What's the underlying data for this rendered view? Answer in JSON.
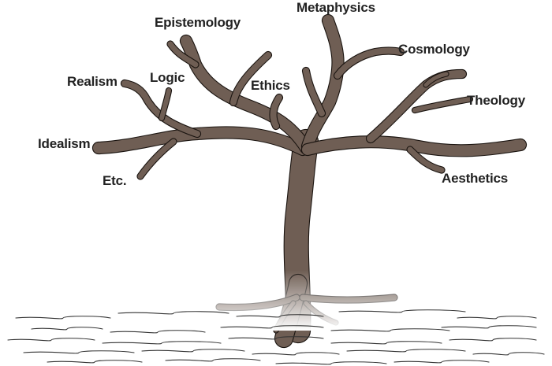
{
  "colors": {
    "bark": "#6f5e54",
    "bark_outline": "#1a1410",
    "text": "#222222",
    "ground_lines": "#333333",
    "background": "#ffffff"
  },
  "branches": {
    "metaphysics": "Metaphysics",
    "epistemology": "Epistemology",
    "cosmology": "Cosmology",
    "realism": "Realism",
    "logic": "Logic",
    "ethics": "Ethics",
    "theology": "Theology",
    "idealism": "Idealism",
    "etc": "Etc.",
    "aesthetics": "Aesthetics"
  }
}
